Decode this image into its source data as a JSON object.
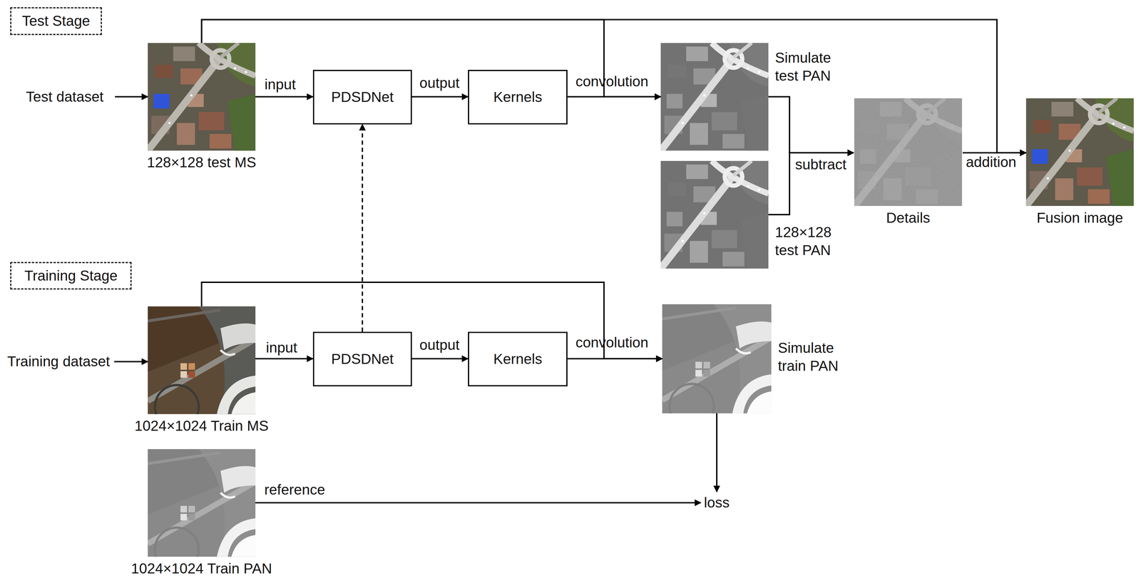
{
  "diagram": {
    "nodes": [
      {
        "text": [
          "Test Stage"
        ]
      },
      {
        "text": [
          "Test dataset"
        ]
      },
      {
        "text": [
          "128×128 test MS"
        ]
      },
      {
        "text": [
          "PDSDNet"
        ]
      },
      {
        "text": [
          "Kernels"
        ]
      },
      {
        "text": [
          "Simulate test PAN"
        ]
      },
      {
        "text": [
          "128×128 test PAN"
        ]
      },
      {
        "text": [
          "Details"
        ]
      },
      {
        "text": [
          "Fusion image"
        ]
      },
      {
        "text": [
          "Training Stage"
        ]
      },
      {
        "text": [
          "Training dataset"
        ]
      },
      {
        "text": [
          "1024×1024 Train MS"
        ]
      },
      {
        "text": [
          "PDSDNet"
        ]
      },
      {
        "text": [
          "Kernels"
        ]
      },
      {
        "text": [
          "Simulate train PAN"
        ]
      },
      {
        "text": [
          "1024×1024 Train PAN"
        ]
      },
      {
        "text": [
          "loss"
        ]
      }
    ],
    "edges": [
      {
        "from": 1,
        "to": 2,
        "arrow": "to"
      },
      {
        "from": 2,
        "to": 3,
        "label": "input",
        "arrow": "to"
      },
      {
        "from": 3,
        "to": 4,
        "label": "output",
        "arrow": "to"
      },
      {
        "from": 4,
        "to": 5,
        "label": "convolution",
        "arrow": "to"
      },
      {
        "from": 2,
        "to": 5,
        "arrow": "to"
      },
      {
        "from": 2,
        "to": 8,
        "arrow": "to"
      },
      {
        "from": 5,
        "to": 7,
        "label": "subtract",
        "arrow": "to"
      },
      {
        "from": 6,
        "to": 7,
        "arrow": "to"
      },
      {
        "from": 7,
        "to": 8,
        "label": "addition",
        "arrow": "to"
      },
      {
        "from": 12,
        "to": 3,
        "arrow": "to"
      },
      {
        "from": 10,
        "to": 11,
        "arrow": "to"
      },
      {
        "from": 11,
        "to": 12,
        "label": "input",
        "arrow": "to"
      },
      {
        "from": 12,
        "to": 13,
        "label": "output",
        "arrow": "to"
      },
      {
        "from": 13,
        "to": 14,
        "label": "convolution",
        "arrow": "to"
      },
      {
        "from": 11,
        "to": 14,
        "arrow": "to"
      },
      {
        "from": 14,
        "to": 16,
        "arrow": "to"
      },
      {
        "from": 15,
        "to": 16,
        "label": "reference",
        "arrow": "to"
      }
    ]
  }
}
